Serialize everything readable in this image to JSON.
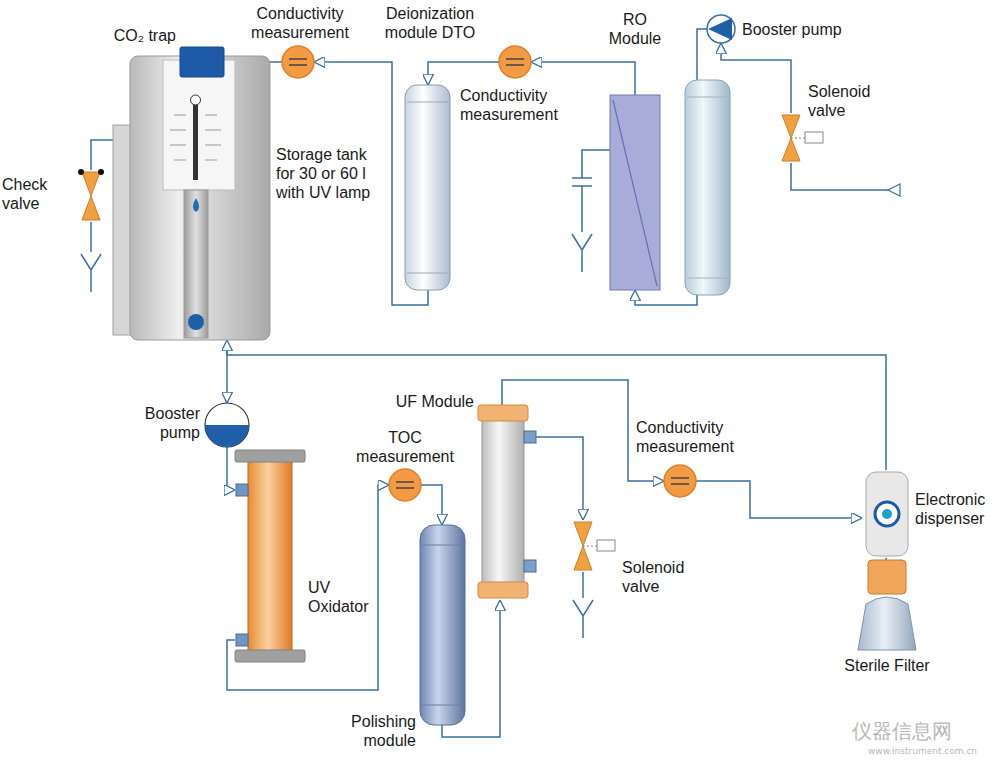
{
  "diagram": {
    "nodes": [
      {
        "text": [
          "Check valve"
        ]
      },
      {
        "text": [
          "Storage tank for 30 or 60 l with UV lamp"
        ]
      },
      {
        "text": [
          "CO₂ trap"
        ],
        "in": 1
      },
      {
        "text": [
          "Conductivity measurement"
        ]
      },
      {
        "text": [
          "Deionization module DTO"
        ]
      },
      {
        "text": [
          "Conductivity measurement"
        ]
      },
      {
        "text": [
          "RO Module"
        ]
      },
      {
        "text": [
          "Booster pump"
        ]
      },
      {
        "text": [
          "Solenoid valve"
        ]
      },
      {
        "text": [
          "Booster pump"
        ]
      },
      {
        "text": [
          "UV Oxidator"
        ]
      },
      {
        "text": [
          "TOC measurement"
        ]
      },
      {
        "text": [
          "Polishing module"
        ]
      },
      {
        "text": [
          "UF Module"
        ]
      },
      {
        "text": [
          "Solenoid valve"
        ]
      },
      {
        "text": [
          "Conductivity measurement"
        ]
      },
      {
        "text": [
          "Electronic dispenser"
        ]
      },
      {
        "text": [
          "Sterile Filter"
        ]
      }
    ],
    "edges": [
      {
        "from": 8,
        "to": 7,
        "arrow": "to"
      },
      {
        "from": 7,
        "to": 6,
        "arrow": "to"
      },
      {
        "from": 6,
        "to": 5,
        "arrow": "to"
      },
      {
        "from": 5,
        "to": 4,
        "arrow": "to"
      },
      {
        "from": 4,
        "to": 3,
        "arrow": "to"
      },
      {
        "from": 3,
        "to": 2,
        "arrow": "to"
      },
      {
        "from": 1,
        "to": 0,
        "arrow": "none"
      },
      {
        "from": 1,
        "to": 9,
        "arrow": "to"
      },
      {
        "from": 9,
        "to": 10,
        "arrow": "to"
      },
      {
        "from": 10,
        "to": 11,
        "arrow": "to"
      },
      {
        "from": 11,
        "to": 12,
        "arrow": "to"
      },
      {
        "from": 12,
        "to": 13,
        "arrow": "to"
      },
      {
        "from": 13,
        "to": 15,
        "arrow": "to"
      },
      {
        "from": 13,
        "to": 14,
        "arrow": "to"
      },
      {
        "from": 15,
        "to": 16,
        "arrow": "to"
      },
      {
        "from": 16,
        "to": 1,
        "arrow": "to"
      }
    ],
    "labels": [
      "仪器信息网",
      "www.instrument.com.cn"
    ]
  }
}
